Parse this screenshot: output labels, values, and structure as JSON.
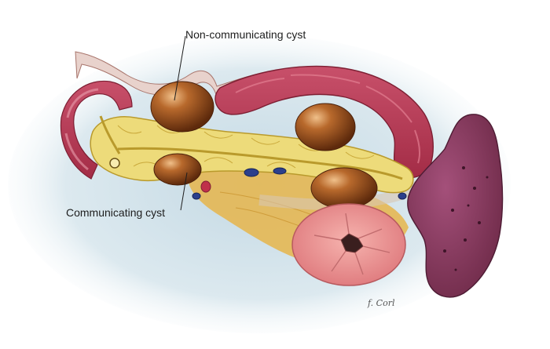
{
  "labels": {
    "non_communicating": "Non-communicating cyst",
    "communicating": "Communicating cyst"
  },
  "signature": "f. Corl",
  "colors": {
    "pancreas": "#eddb7a",
    "pancreas_outline": "#b99a2c",
    "stomach_wall": "#b83a52",
    "stomach_mucosa": "#d45a6e",
    "cyst": "#8a4516",
    "spleen": "#8b3a5c",
    "duodenum": "#ee9a98",
    "background_wash": "#cfe1ea"
  }
}
